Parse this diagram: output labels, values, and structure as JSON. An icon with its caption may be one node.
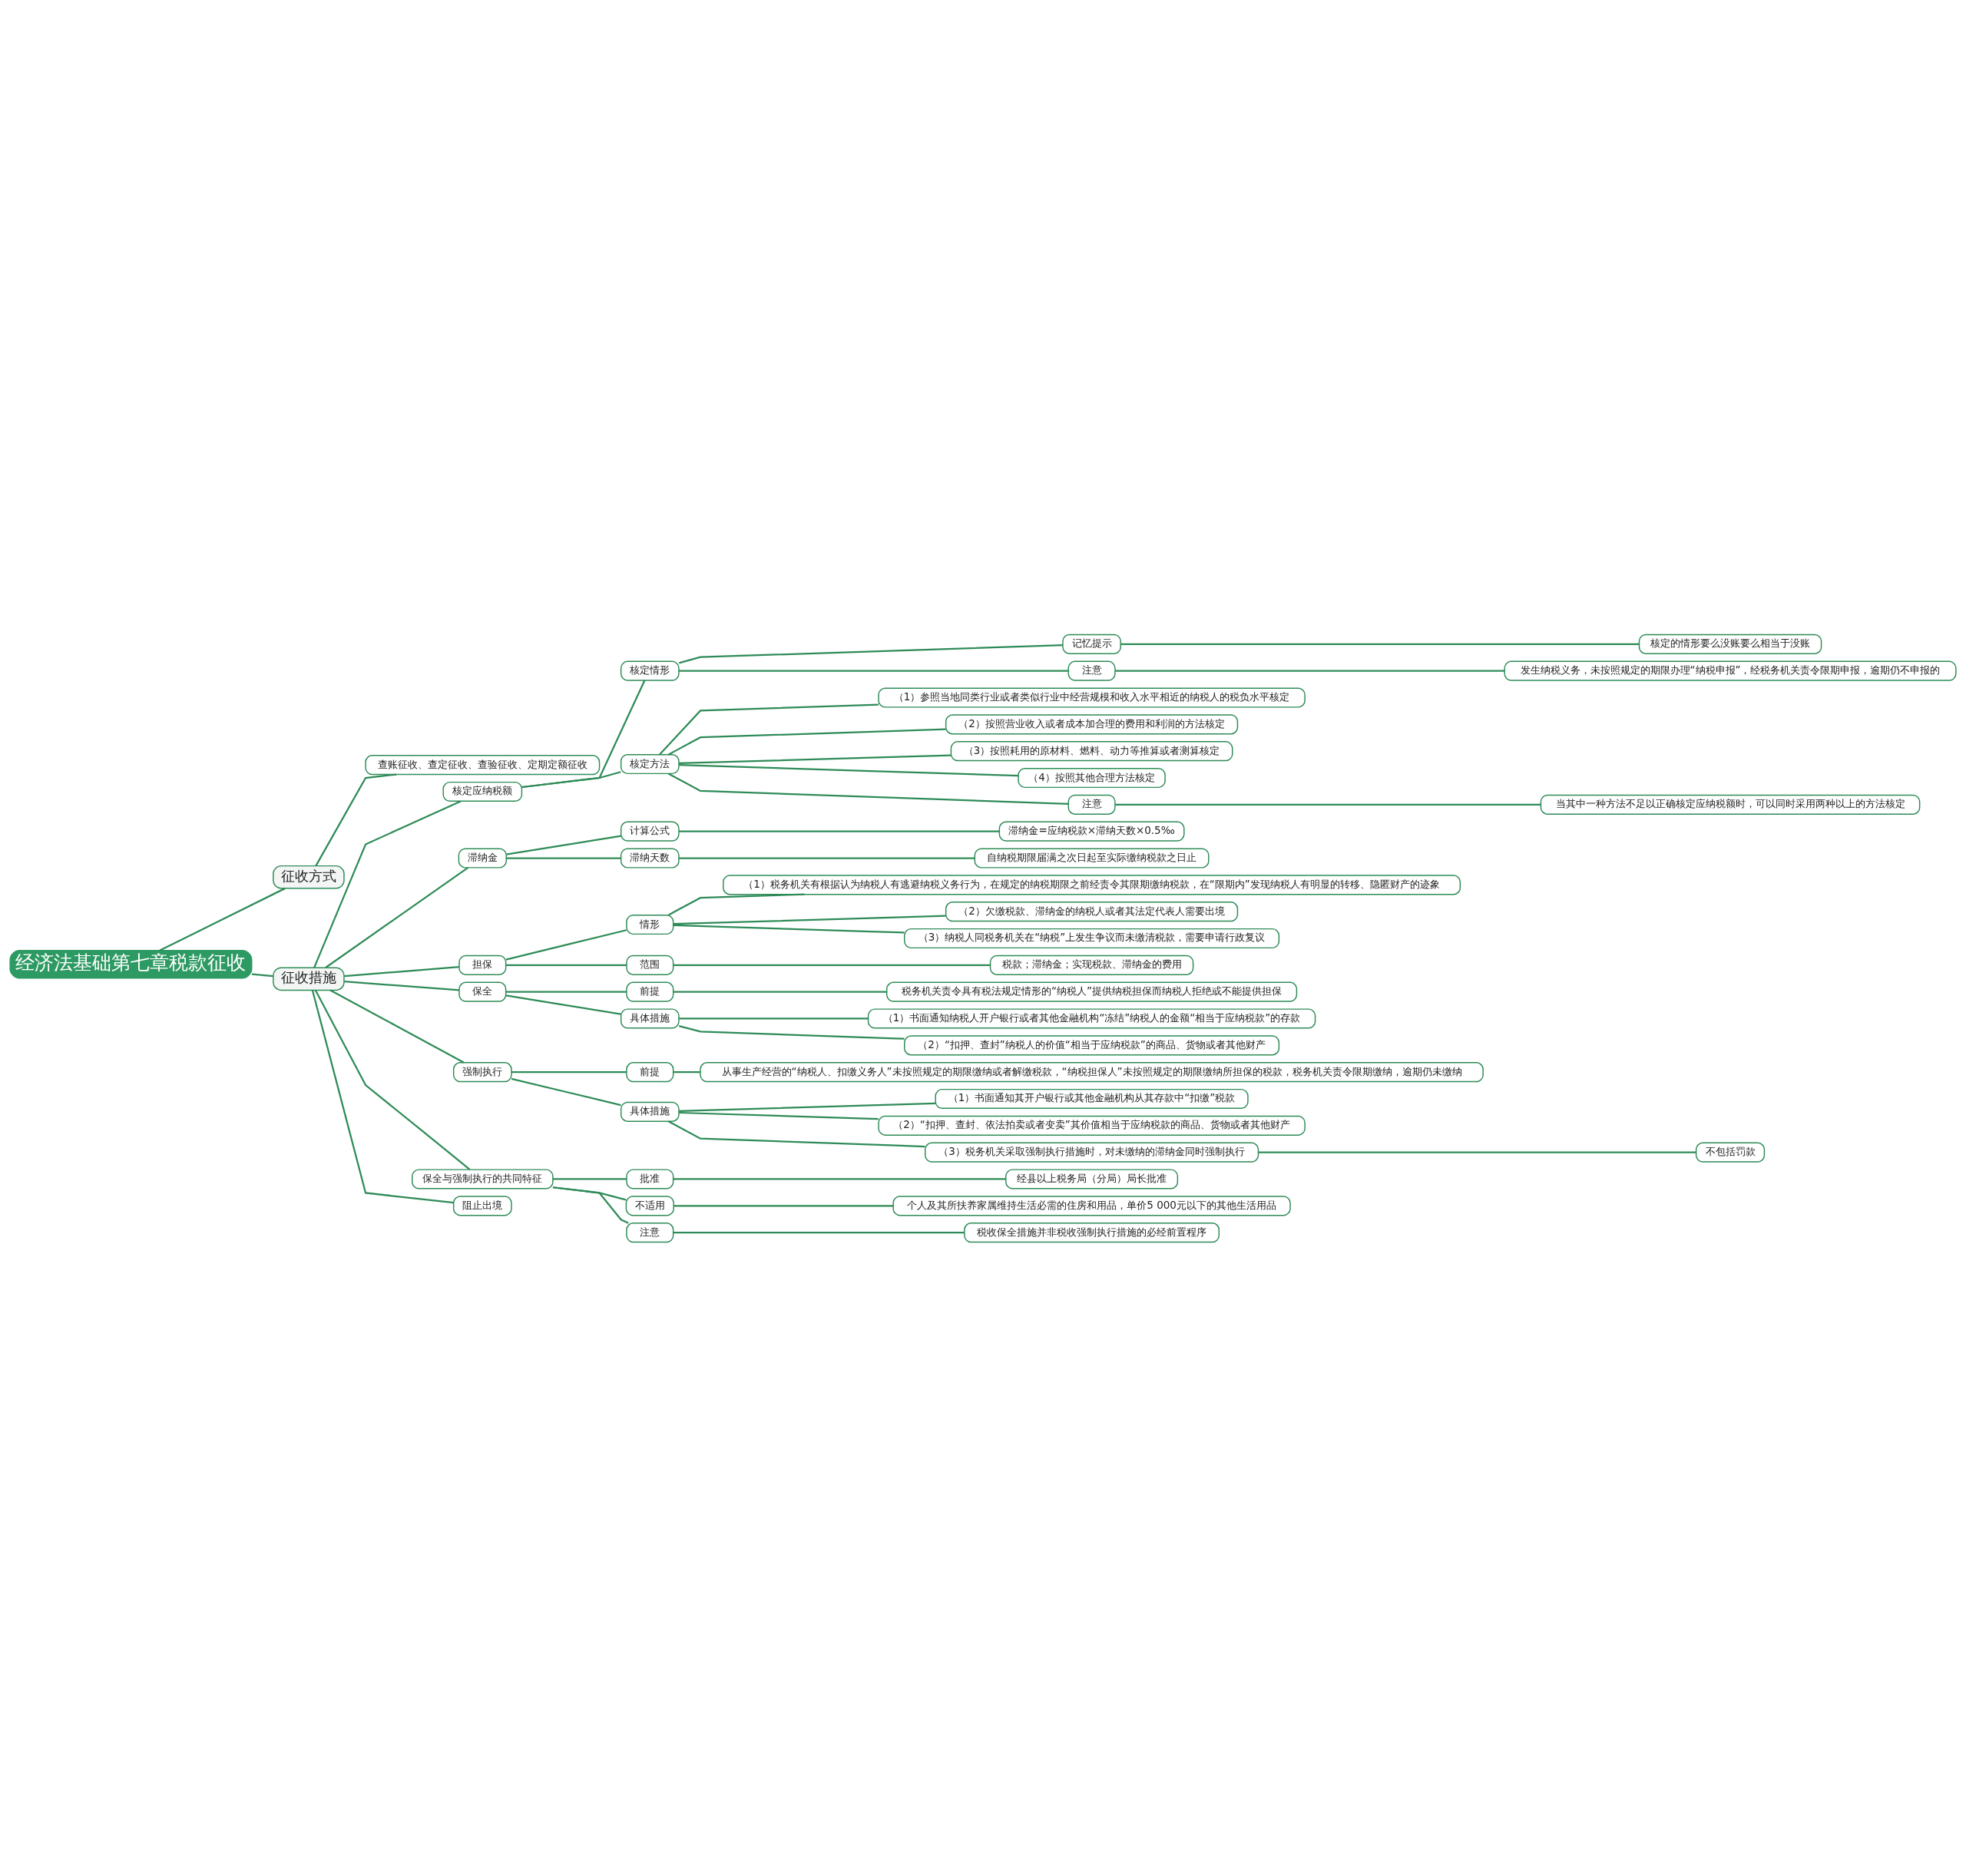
{
  "diagram": {
    "nodes": [
      {
        "text": [
          "经济法基础第七章税款征收"
        ]
      },
      {
        "text": [
          "征收方式"
        ]
      },
      {
        "text": [
          "查账征收、查定征收、查验征收、定期定额征收"
        ]
      },
      {
        "text": [
          "征收措施"
        ]
      },
      {
        "text": [
          "核定应纳税额"
        ]
      },
      {
        "text": [
          "核定情形"
        ]
      },
      {
        "text": [
          "记忆提示"
        ]
      },
      {
        "text": [
          "核定的情形要么没账要么相当于没账"
        ]
      },
      {
        "text": [
          "注意"
        ]
      },
      {
        "text": [
          "发生纳税义务，未按照规定的期限办理“纳税申报”，经税务机关责令限期申报，逾期仍不申报的"
        ]
      },
      {
        "text": [
          "核定方法"
        ]
      },
      {
        "text": [
          "（1）参照当地同类行业或者类似行业中经营规模和收入水平相近的纳税人的税负水平核定"
        ]
      },
      {
        "text": [
          "（2）按照营业收入或者成本加合理的费用和利润的方法核定"
        ]
      },
      {
        "text": [
          "（3）按照耗用的原材料、燃料、动力等推算或者测算核定"
        ]
      },
      {
        "text": [
          "（4）按照其他合理方法核定"
        ]
      },
      {
        "text": [
          "注意"
        ]
      },
      {
        "text": [
          "当其中一种方法不足以正确核定应纳税额时，可以同时采用两种以上的方法核定"
        ]
      },
      {
        "text": [
          "滞纳金"
        ]
      },
      {
        "text": [
          "计算公式"
        ]
      },
      {
        "text": [
          "滞纳金=应纳税款×滞纳天数×0.5‰"
        ]
      },
      {
        "text": [
          "滞纳天数"
        ]
      },
      {
        "text": [
          "自纳税期限届满之次日起至实际缴纳税款之日止"
        ]
      },
      {
        "text": [
          "担保"
        ]
      },
      {
        "text": [
          "情形"
        ]
      },
      {
        "text": [
          "（1）税务机关有根据认为纳税人有逃避纳税义务行为，在规定的纳税期限之前经责令其限期缴纳税款，在“限期内”发现纳税人有明显的转移、隐匿财产的迹象"
        ]
      },
      {
        "text": [
          "（2）欠缴税款、滞纳金的纳税人或者其法定代表人需要出境"
        ]
      },
      {
        "text": [
          "（3）纳税人同税务机关在“纳税”上发生争议而未缴清税款，需要申请行政复议"
        ]
      },
      {
        "text": [
          "范围"
        ]
      },
      {
        "text": [
          "税款；滞纳金；实现税款、滞纳金的费用"
        ]
      },
      {
        "text": [
          "保全"
        ]
      },
      {
        "text": [
          "前提"
        ]
      },
      {
        "text": [
          "税务机关责令具有税法规定情形的“纳税人”提供纳税担保而纳税人拒绝或不能提供担保"
        ]
      },
      {
        "text": [
          "具体措施"
        ]
      },
      {
        "text": [
          "（1）书面通知纳税人开户银行或者其他金融机构“冻结”纳税人的金额“相当于应纳税款”的存款"
        ]
      },
      {
        "text": [
          "（2）“扣押、查封”纳税人的价值“相当于应纳税款”的商品、货物或者其他财产"
        ]
      },
      {
        "text": [
          "强制执行"
        ]
      },
      {
        "text": [
          "前提"
        ]
      },
      {
        "text": [
          "从事生产经营的“纳税人、扣缴义务人”未按照规定的期限缴纳或者解缴税款，“纳税担保人”未按照规定的期限缴纳所担保的税款，税务机关责令限期缴纳，逾期仍未缴纳"
        ]
      },
      {
        "text": [
          "具体措施"
        ]
      },
      {
        "text": [
          "（1）书面通知其开户银行或其他金融机构从其存款中“扣缴”税款"
        ]
      },
      {
        "text": [
          "（2）“扣押、查封、依法拍卖或者变卖”其价值相当于应纳税款的商品、货物或者其他财产"
        ]
      },
      {
        "text": [
          "（3）税务机关采取强制执行措施时，对未缴纳的滞纳金同时强制执行"
        ]
      },
      {
        "text": [
          "不包括罚款"
        ]
      },
      {
        "text": [
          "保全与强制执行的共同特征"
        ]
      },
      {
        "text": [
          "批准"
        ]
      },
      {
        "text": [
          "经县以上税务局（分局）局长批准"
        ]
      },
      {
        "text": [
          "不适用"
        ]
      },
      {
        "text": [
          "个人及其所扶养家属维持生活必需的住房和用品，单价5 000元以下的其他生活用品"
        ]
      },
      {
        "text": [
          "注意"
        ]
      },
      {
        "text": [
          "税收保全措施并非税收强制执行措施的必经前置程序"
        ]
      },
      {
        "text": [
          "阻止出境"
        ]
      }
    ],
    "edges": [
      {
        "from": 0,
        "to": 1,
        "arrow": "none"
      },
      {
        "from": 1,
        "to": 2,
        "arrow": "none"
      },
      {
        "from": 0,
        "to": 3,
        "arrow": "none"
      },
      {
        "from": 3,
        "to": 4,
        "arrow": "none"
      },
      {
        "from": 4,
        "to": 5,
        "arrow": "none"
      },
      {
        "from": 5,
        "to": 6,
        "arrow": "none"
      },
      {
        "from": 6,
        "to": 7,
        "arrow": "none"
      },
      {
        "from": 5,
        "to": 8,
        "arrow": "none"
      },
      {
        "from": 8,
        "to": 9,
        "arrow": "none"
      },
      {
        "from": 4,
        "to": 10,
        "arrow": "none"
      },
      {
        "from": 10,
        "to": 11,
        "arrow": "none"
      },
      {
        "from": 10,
        "to": 12,
        "arrow": "none"
      },
      {
        "from": 10,
        "to": 13,
        "arrow": "none"
      },
      {
        "from": 10,
        "to": 14,
        "arrow": "none"
      },
      {
        "from": 10,
        "to": 15,
        "arrow": "none"
      },
      {
        "from": 15,
        "to": 16,
        "arrow": "none"
      },
      {
        "from": 3,
        "to": 17,
        "arrow": "none"
      },
      {
        "from": 17,
        "to": 18,
        "arrow": "none"
      },
      {
        "from": 18,
        "to": 19,
        "arrow": "none"
      },
      {
        "from": 17,
        "to": 20,
        "arrow": "none"
      },
      {
        "from": 20,
        "to": 21,
        "arrow": "none"
      },
      {
        "from": 3,
        "to": 22,
        "arrow": "none"
      },
      {
        "from": 22,
        "to": 23,
        "arrow": "none"
      },
      {
        "from": 23,
        "to": 24,
        "arrow": "none"
      },
      {
        "from": 23,
        "to": 25,
        "arrow": "none"
      },
      {
        "from": 23,
        "to": 26,
        "arrow": "none"
      },
      {
        "from": 22,
        "to": 27,
        "arrow": "none"
      },
      {
        "from": 27,
        "to": 28,
        "arrow": "none"
      },
      {
        "from": 3,
        "to": 29,
        "arrow": "none"
      },
      {
        "from": 29,
        "to": 30,
        "arrow": "none"
      },
      {
        "from": 30,
        "to": 31,
        "arrow": "none"
      },
      {
        "from": 29,
        "to": 32,
        "arrow": "none"
      },
      {
        "from": 32,
        "to": 33,
        "arrow": "none"
      },
      {
        "from": 32,
        "to": 34,
        "arrow": "none"
      },
      {
        "from": 3,
        "to": 35,
        "arrow": "none"
      },
      {
        "from": 35,
        "to": 36,
        "arrow": "none"
      },
      {
        "from": 36,
        "to": 37,
        "arrow": "none"
      },
      {
        "from": 35,
        "to": 38,
        "arrow": "none"
      },
      {
        "from": 38,
        "to": 39,
        "arrow": "none"
      },
      {
        "from": 38,
        "to": 40,
        "arrow": "none"
      },
      {
        "from": 38,
        "to": 41,
        "arrow": "none"
      },
      {
        "from": 41,
        "to": 42,
        "arrow": "none"
      },
      {
        "from": 3,
        "to": 43,
        "arrow": "none"
      },
      {
        "from": 43,
        "to": 44,
        "arrow": "none"
      },
      {
        "from": 44,
        "to": 45,
        "arrow": "none"
      },
      {
        "from": 43,
        "to": 46,
        "arrow": "none"
      },
      {
        "from": 46,
        "to": 47,
        "arrow": "none"
      },
      {
        "from": 43,
        "to": 48,
        "arrow": "none"
      },
      {
        "from": 48,
        "to": 49,
        "arrow": "none"
      },
      {
        "from": 3,
        "to": 50,
        "arrow": "none"
      }
    ]
  }
}
